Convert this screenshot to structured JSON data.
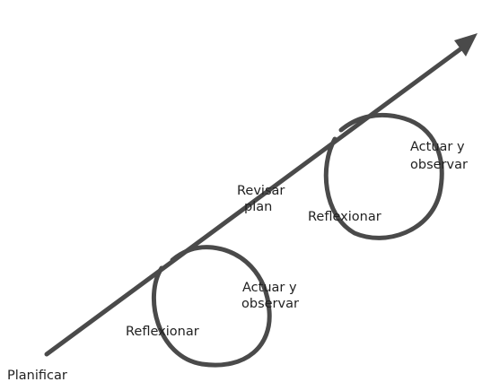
{
  "diagram": {
    "labels": {
      "start": "Planificar",
      "cycle1_act_line1": "Actuar y",
      "cycle1_act_line2": "observar",
      "cycle1_reflect": "Reflexionar",
      "revise_line1": "Revisar",
      "revise_line2": "plan",
      "cycle2_act_line1": "Actuar y",
      "cycle2_act_line2": "observar",
      "cycle2_reflect": "Reflexionar"
    },
    "colors": {
      "stroke": "#4a4a4a",
      "text": "#222222",
      "background": "#ffffff"
    }
  }
}
